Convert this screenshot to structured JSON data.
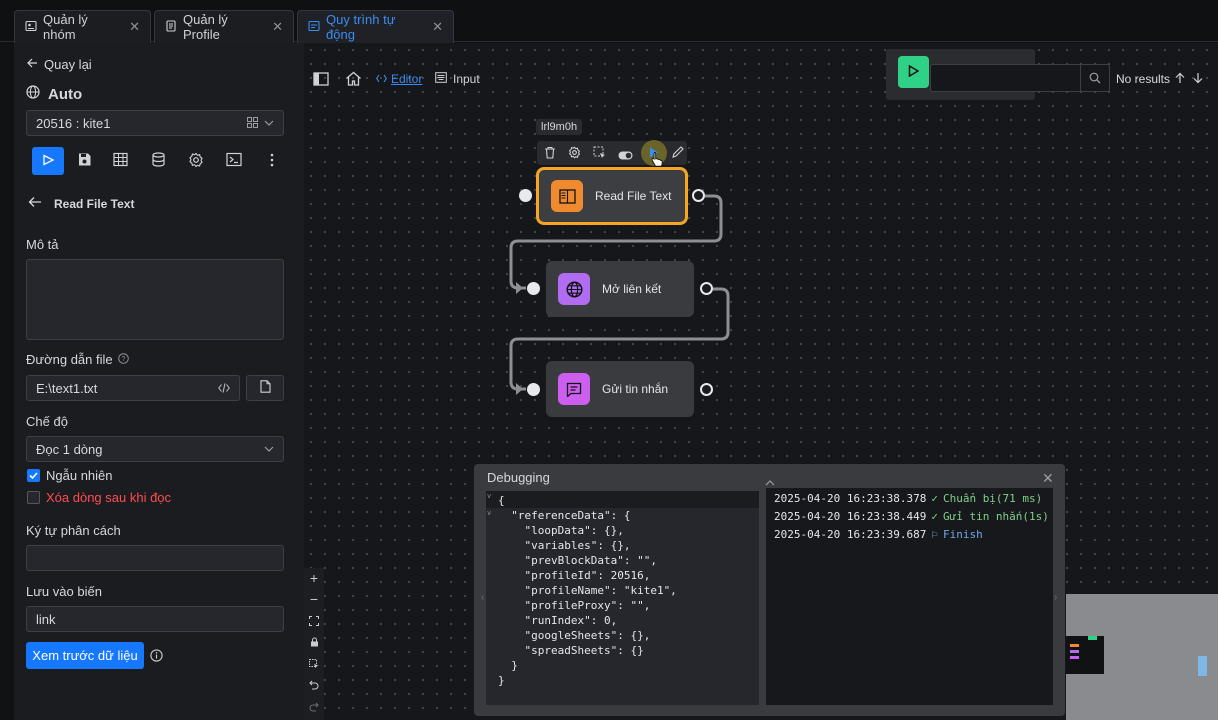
{
  "tabs": [
    {
      "label": "Quản lý nhóm",
      "icon": "group-icon"
    },
    {
      "label": "Quản lý Profile",
      "icon": "document-icon"
    },
    {
      "label": "Quy trình tự động",
      "icon": "workflow-icon",
      "active": true
    }
  ],
  "sidebar": {
    "back_label": "Quay lại",
    "workflow_name": "Auto",
    "profile_select": "20516 : kite1",
    "block_title": "Read File Text",
    "desc_label": "Mô tả",
    "desc_value": "",
    "path_label": "Đường dẫn file",
    "path_value": "E:\\text1.txt",
    "mode_label": "Chế độ",
    "mode_value": "Đọc 1 dòng",
    "random_label": "Ngẫu nhiên",
    "random_checked": true,
    "delete_label": "Xóa dòng sau khi đọc",
    "delete_checked": false,
    "separator_label": "Ký tự phân cách",
    "separator_value": "",
    "save_label": "Lưu vào biến",
    "save_value": "link",
    "preview_button": "Xem trước dữ liệu"
  },
  "breadcrumb": {
    "editor": "Editor",
    "input": "Input"
  },
  "search": {
    "placeholder": "",
    "results": "No results"
  },
  "node_tooltip": "lrl9m0h",
  "nodes": [
    {
      "label": "Read File Text",
      "icon": "read-file-icon",
      "color": "#f08a2e"
    },
    {
      "label": "Mở liên kết",
      "icon": "globe-icon",
      "color": "#b16cf2"
    },
    {
      "label": "Gửi tin nhắn",
      "icon": "message-icon",
      "color": "#cd5ff0"
    }
  ],
  "debug": {
    "title": "Debugging",
    "json_lines": [
      "{",
      "  \"referenceData\": {",
      "    \"loopData\": {},",
      "    \"variables\": {},",
      "    \"prevBlockData\": \"\",",
      "    \"profileId\": 20516,",
      "    \"profileName\": \"kite1\",",
      "    \"profileProxy\": \"\",",
      "    \"runIndex\": 0,",
      "    \"googleSheets\": {},",
      "    \"spreadSheets\": {}",
      "  }",
      "}"
    ],
    "logs": [
      {
        "time": "2025-04-20 16:23:38.378",
        "icon": "check-icon",
        "text": "Chuẩn bị(71 ms)"
      },
      {
        "time": "2025-04-20 16:23:38.449",
        "icon": "check-icon",
        "text": "Gửi tin nhắn(1s)"
      },
      {
        "time": "2025-04-20 16:23:39.687",
        "icon": "flag-icon",
        "text": "Finish"
      }
    ]
  },
  "colors": {
    "accent": "#1677ff",
    "selected_border": "#f5a623",
    "danger": "#ff4d4f",
    "log_text": "#7fd08a"
  }
}
